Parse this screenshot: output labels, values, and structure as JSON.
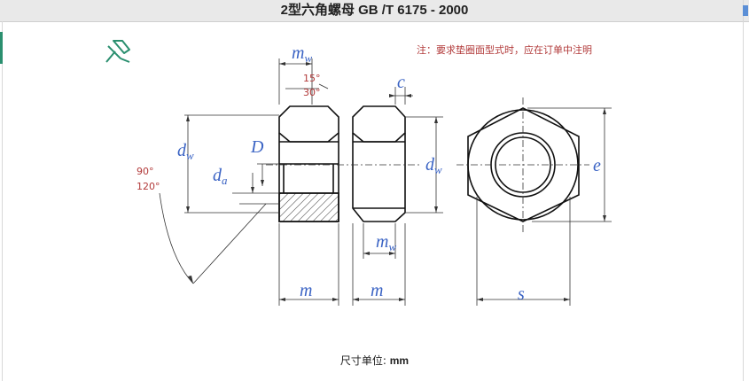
{
  "title": "2型六角螺母 GB /T 6175 - 2000",
  "note": "注：要求垫圈面型式时，应在订单中注明",
  "unit_label": "尺寸单位:",
  "unit_value": "mm",
  "labels": {
    "mw": "m",
    "mw_sub": "w",
    "angle_15": "15°",
    "angle_30": "30°",
    "c": "c",
    "dw": "d",
    "dw_sub": "w",
    "D": "D",
    "da": "d",
    "da_sub": "a",
    "angle_90": "90°",
    "angle_120": "120°",
    "dw2": "d",
    "dw2_sub": "w",
    "e": "e",
    "mw2": "m",
    "mw2_sub": "w",
    "m1": "m",
    "m2": "m",
    "s": "s"
  },
  "colors": {
    "label_blue": "#3a63c4",
    "note_red": "#b23a3a",
    "accent": "#2a8f6f"
  },
  "icons": [
    "pushpin-icon"
  ]
}
